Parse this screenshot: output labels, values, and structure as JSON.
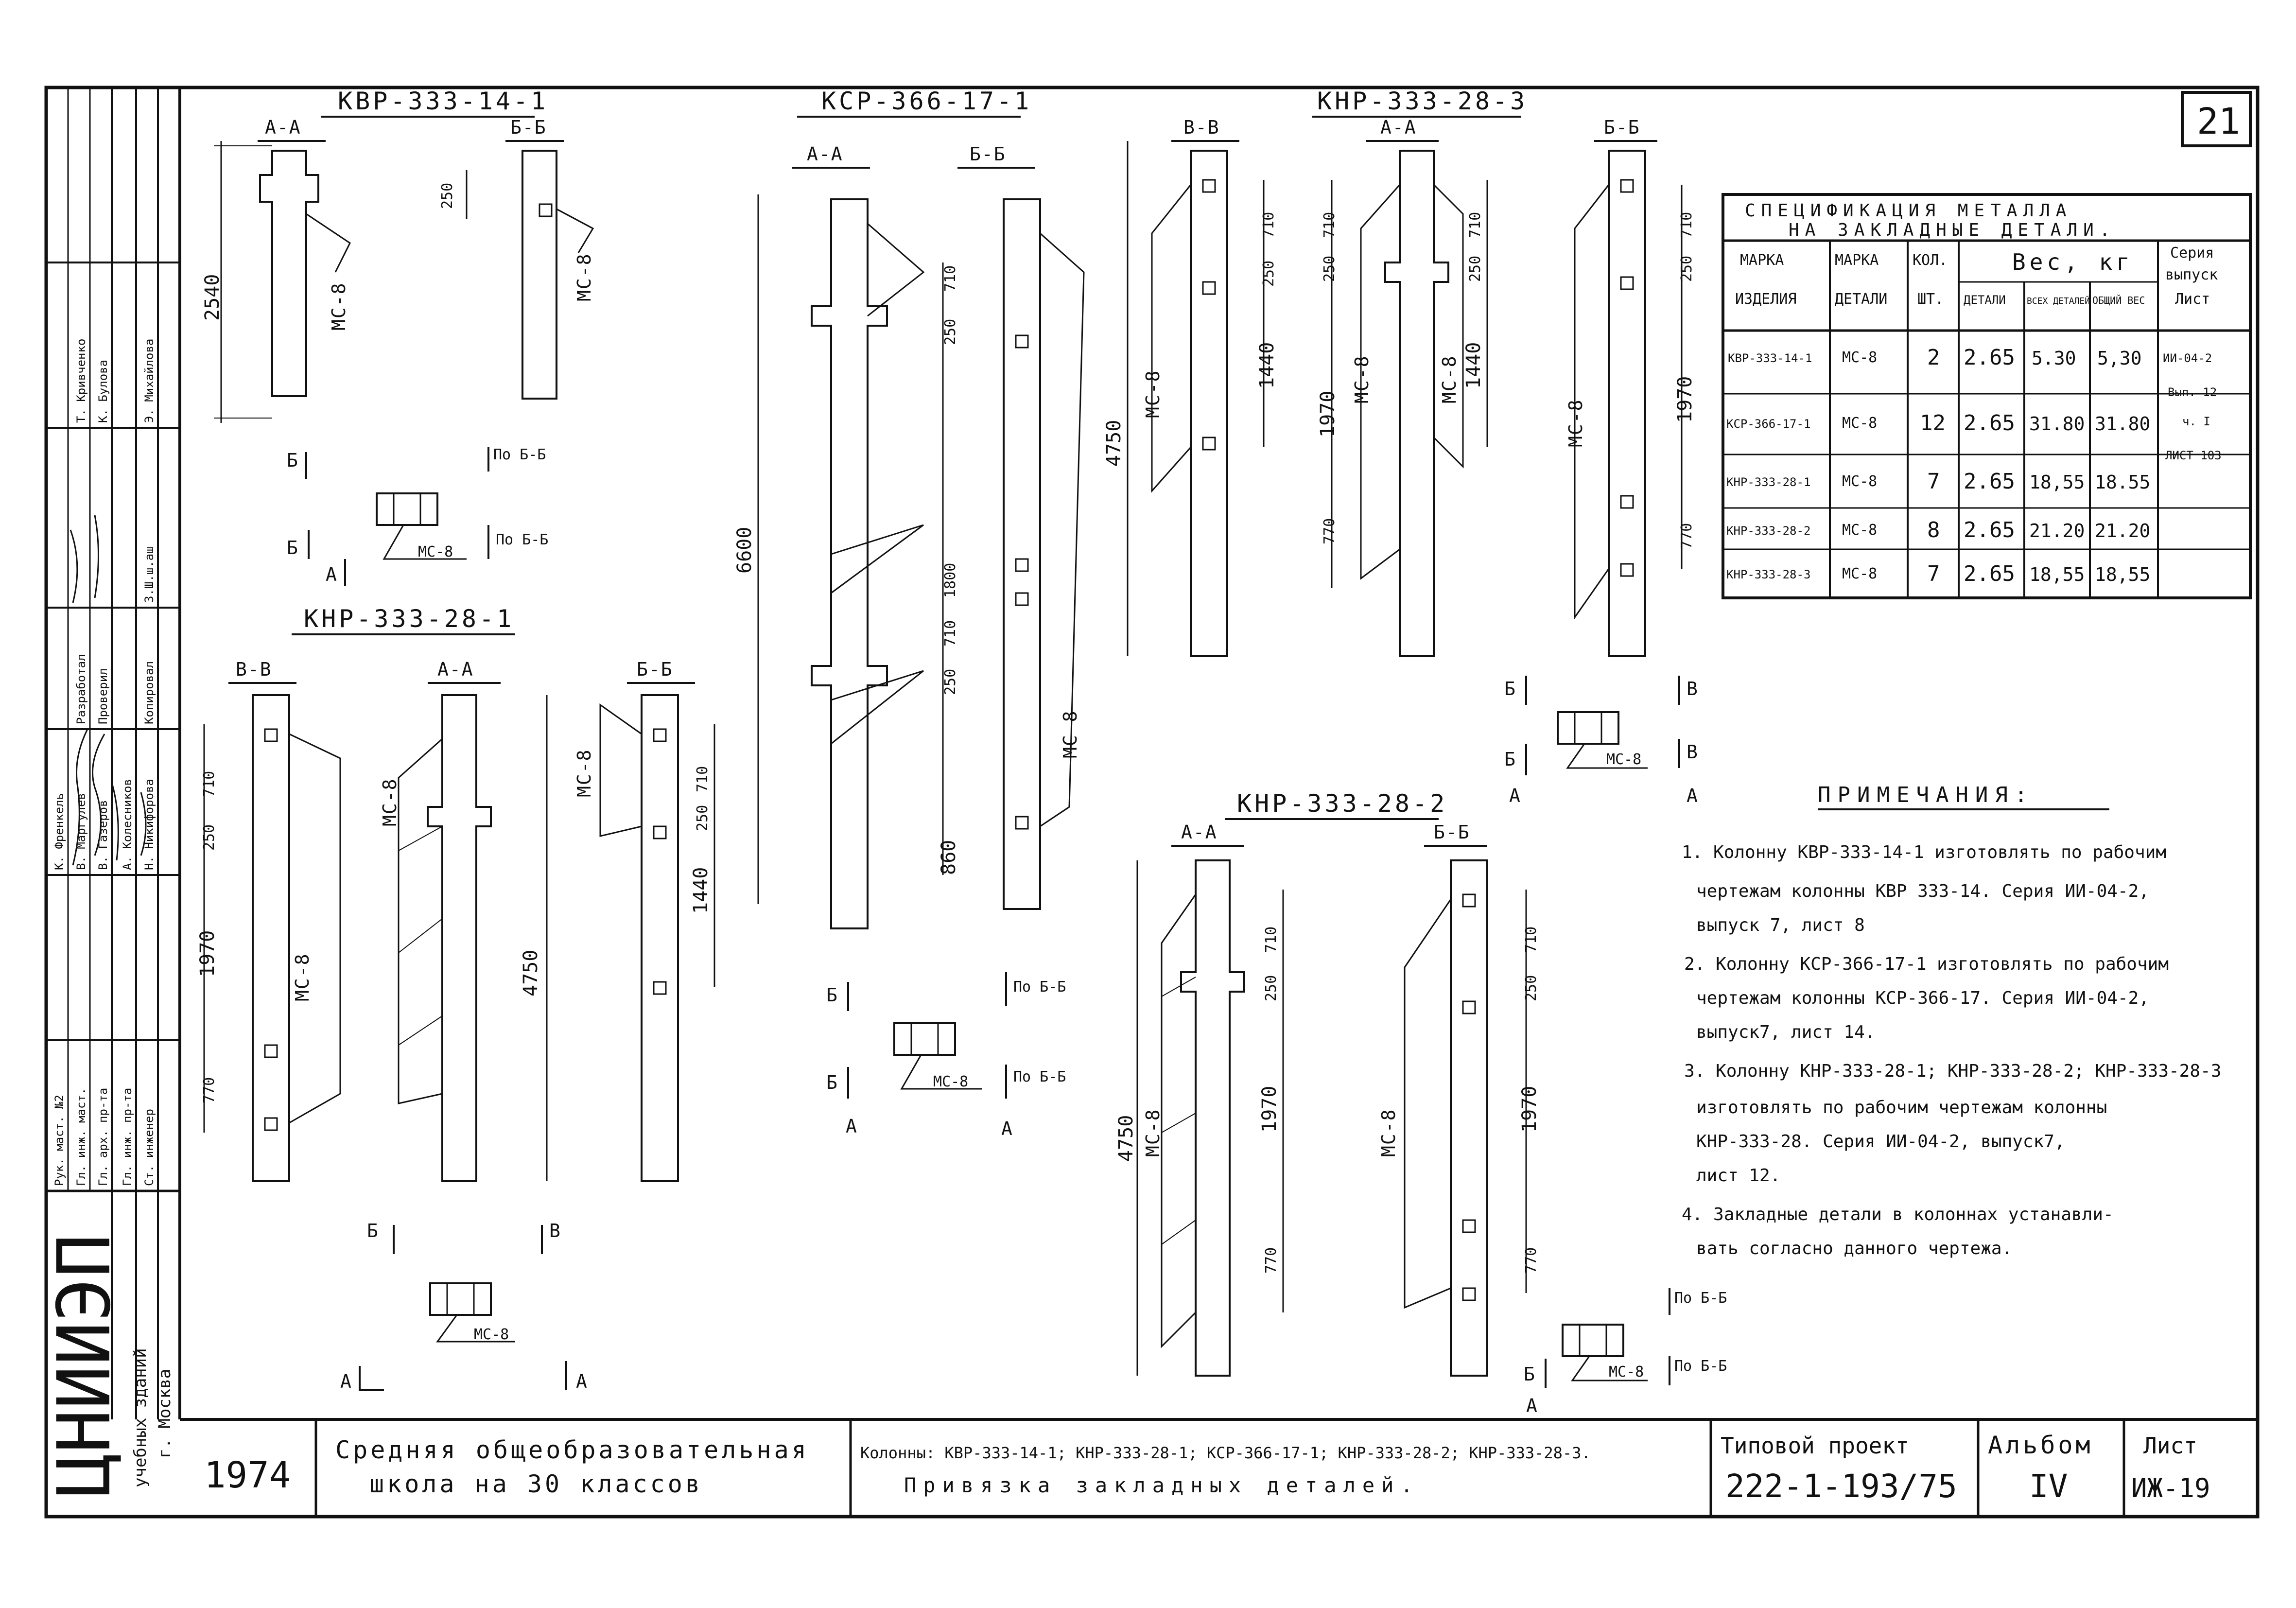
{
  "sheet_number": "21",
  "drawings": {
    "kvr_14_1": {
      "title": "КВР-333-14-1",
      "sec_aa": "А-А",
      "sec_bb": "Б-Б",
      "dim_2540": "2540",
      "dim_250": "250",
      "mc8": "МС-8",
      "mc8_b": "МС-8",
      "po_bb": "По Б-Б",
      "po_bb2": "По Б-Б",
      "b1": "Б",
      "b2": "Б",
      "a1": "А",
      "insert_mc8": "МС-8"
    },
    "ksr_17_1": {
      "title": "КСР-366-17-1",
      "sec_aa": "А-А",
      "sec_bb": "Б-Б",
      "dim_6600": "6600",
      "dim_710a": "710",
      "dim_250a": "250",
      "dim_1800": "1800",
      "dim_710b": "710",
      "dim_250b": "250",
      "dim_860": "860",
      "mc8": "МС-8",
      "po_bb": "По Б-Б",
      "po_bb2": "По Б-Б",
      "b1": "Б",
      "b2": "Б",
      "a1": "А",
      "a2": "А",
      "insert_mc8": "МС-8"
    },
    "knr_28_3": {
      "title": "КНР-333-28-3",
      "sec_vv": "В-В",
      "sec_aa": "А-А",
      "sec_bb": "Б-Б",
      "dim_710a": "710",
      "dim_250a": "250",
      "dim_1440a": "1440",
      "dim_4750": "4750",
      "mc8a": "МС-8",
      "dim_250b": "250",
      "dim_710b": "710",
      "dim_1970": "1970",
      "mc8b": "МС-8",
      "dim_250c": "250",
      "dim_710c": "710",
      "dim_1440b": "1440",
      "mc8c": "МС-8",
      "dim_770a": "770",
      "dim_710d": "710",
      "dim_250d": "250",
      "dim_1970b": "1970",
      "mc8d": "МС-8",
      "dim_770b": "770",
      "b1": "Б",
      "b2": "Б",
      "v1": "В",
      "v2": "В",
      "a1": "А",
      "a2": "А",
      "insert_mc8": "МС-8"
    },
    "knr_28_1": {
      "title": "КНР-333-28-1",
      "sec_vv": "В-В",
      "sec_aa": "А-А",
      "sec_bb": "Б-Б",
      "dim_710": "710",
      "dim_250": "250",
      "dim_1970": "1970",
      "dim_770": "770",
      "mc8a": "МС-8",
      "mc8b": "МС-8",
      "dim_4750": "4750",
      "mc8c": "МС-8",
      "dim_710b": "710",
      "dim_250b": "250",
      "dim_1440": "1440",
      "b1": "Б",
      "b2": "В",
      "a1": "А",
      "a2": "А",
      "insert_mc8": "МС-8"
    },
    "knr_28_2": {
      "title": "КНР-333-28-2",
      "sec_aa": "А-А",
      "sec_bb": "Б-Б",
      "dim_710a": "710",
      "dim_250a": "250",
      "dim_1970a": "1970",
      "dim_770a": "770",
      "dim_4750": "4750",
      "mc8a": "МС-8",
      "dim_710b": "710",
      "dim_250b": "250",
      "dim_1970b": "1970",
      "dim_770b": "770",
      "mc8b": "МС-8",
      "po_bb": "По Б-Б",
      "po_bb2": "По Б-Б",
      "b1": "Б",
      "a1": "А",
      "insert_mc8": "МС-8"
    }
  },
  "spec_table": {
    "title_1": "СПЕЦИФИКАЦИЯ МЕТАЛЛА",
    "title_2": "НА ЗАКЛАДНЫЕ ДЕТАЛИ.",
    "headers": {
      "mark_item": "МАРКА",
      "mark_item_2": "ИЗДЕЛИЯ",
      "mark_part": "МАРКА",
      "mark_part_2": "ДЕТАЛИ",
      "qty": "КОЛ.",
      "qty_2": "ШТ.",
      "weight": "Вес, кг",
      "w_part": "ДЕТАЛИ",
      "w_all": "ВСЕХ ДЕТАЛЕЙ",
      "w_total": "ОБЩИЙ ВЕС",
      "series": "Серия",
      "series_2": "выпуск",
      "series_3": "Лист"
    },
    "rows": [
      {
        "item": "КВР-333-14-1",
        "part": "МС-8",
        "qty": "2",
        "w_part": "2.65",
        "w_all": "5.30",
        "w_total": "5,30"
      },
      {
        "item": "КСР-366-17-1",
        "part": "МС-8",
        "qty": "12",
        "w_part": "2.65",
        "w_all": "31.80",
        "w_total": "31.80"
      },
      {
        "item": "КНР-333-28-1",
        "part": "МС-8",
        "qty": "7",
        "w_part": "2.65",
        "w_all": "18,55",
        "w_total": "18.55"
      },
      {
        "item": "КНР-333-28-2",
        "part": "МС-8",
        "qty": "8",
        "w_part": "2.65",
        "w_all": "21.20",
        "w_total": "21.20"
      },
      {
        "item": "КНР-333-28-3",
        "part": "МС-8",
        "qty": "7",
        "w_part": "2.65",
        "w_all": "18,55",
        "w_total": "18,55"
      }
    ],
    "series_text": [
      "ИИ-04-2",
      "Вып. 12",
      "ч. I",
      "ЛИСТ 103"
    ]
  },
  "notes": {
    "heading": "ПРИМЕЧАНИЯ:",
    "lines": [
      "1. Колонну КВР-333-14-1 изготовлять по рабочим",
      "чертежам колонны КВР 333-14. Серия ИИ-04-2,",
      "выпуск 7, лист 8",
      "2. Колонну КСР-366-17-1 изготовлять по рабочим",
      "чертежам колонны КСР-366-17. Серия ИИ-04-2,",
      "выпуск7, лист 14.",
      "3. Колонну КНР-333-28-1; КНР-333-28-2; КНР-333-28-3",
      "изготовлять по рабочим чертежам колонны",
      "КНР-333-28. Серия ИИ-04-2, выпуск7,",
      "лист 12.",
      "4. Закладные детали в колоннах устанавли-",
      "вать согласно данного чертежа."
    ]
  },
  "left_stamp": {
    "org_1": "ЦНИИЭП",
    "org_2": "учебных зданий",
    "org_3": "г. Москва",
    "roles": [
      "Рук. маст. №2",
      "Гл. инж. маст.",
      "Гл. арх. пр-та",
      "Гл. инж. пр-та",
      "Ст. инженер"
    ],
    "names_a": [
      "К. Френкель",
      "В. Маргулев",
      "В. Газеров",
      "А. Колесников",
      "Н. Никифорова"
    ],
    "names_b": [
      "Т. Кривченко",
      "К. Булова",
      "Э. Михайлова"
    ],
    "labels": [
      "Разработал",
      "Проверил",
      "Копировал"
    ],
    "sign_date": "3.Ш.ш.аш"
  },
  "title_block": {
    "year": "1974",
    "school_1": "Средняя общеобразовательная",
    "school_2": "школа на 30 классов",
    "cols_1": "Колонны: КВР-333-14-1; КНР-333-28-1; КСР-366-17-1; КНР-333-28-2; КНР-333-28-3.",
    "cols_2": "Привязка закладных деталей.",
    "project_label": "Типовой проект",
    "project_no": "222-1-193/75",
    "album_label": "Альбом",
    "album_no": "IV",
    "sheet_label": "Лист",
    "sheet_no": "ИЖ-19"
  }
}
